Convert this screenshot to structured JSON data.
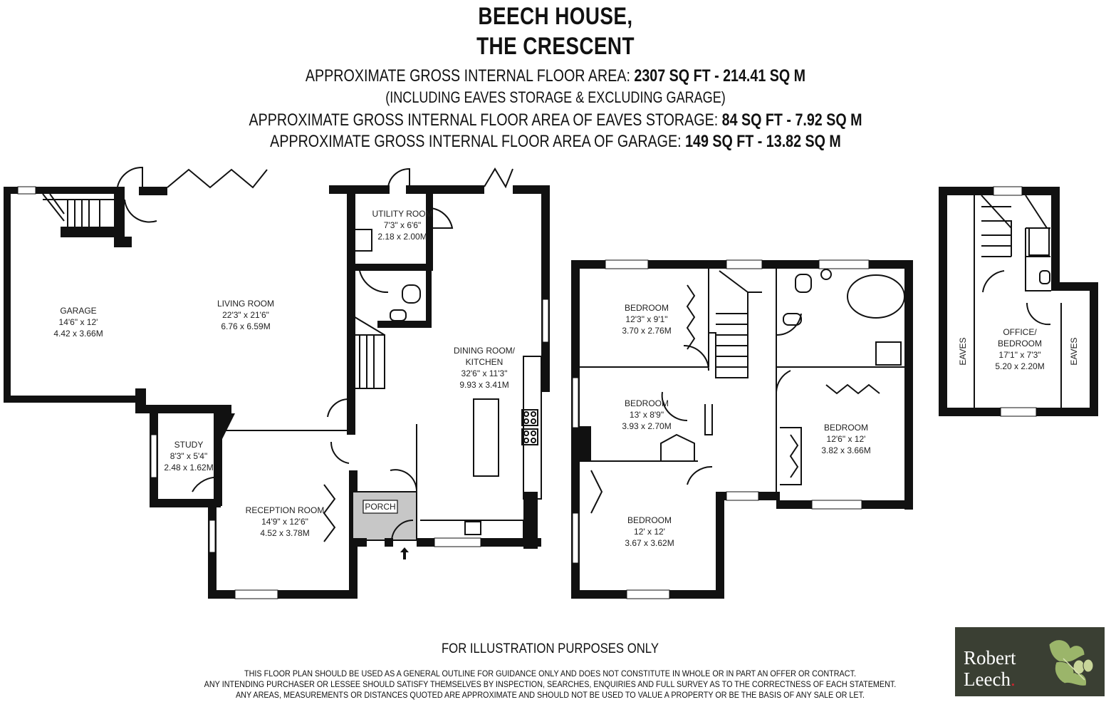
{
  "header": {
    "title_line1": "BEECH HOUSE,",
    "title_line2": "THE CRESCENT",
    "total_label": "APPROXIMATE GROSS INTERNAL FLOOR AREA:",
    "total_value": "2307  SQ FT  - 214.41  SQ M",
    "total_note": "(INCLUDING EAVES STORAGE & EXCLUDING GARAGE)",
    "eaves_label": "APPROXIMATE GROSS INTERNAL FLOOR AREA OF EAVES STORAGE:",
    "eaves_value": "84  SQ FT  - 7.92  SQ M",
    "garage_label": "APPROXIMATE GROSS INTERNAL FLOOR AREA OF GARAGE:",
    "garage_value": "149 SQ FT  -  13.82 SQ M"
  },
  "rooms": {
    "garage": {
      "name": "GARAGE",
      "imperial": "14'6\" x 12'",
      "metric": "4.42 x 3.66M"
    },
    "living": {
      "name": "LIVING ROOM",
      "imperial": "22'3\" x 21'6\"",
      "metric": "6.76 x 6.59M"
    },
    "utility": {
      "name": "UTILITY ROOM",
      "imperial": "7'3\" x 6'6\"",
      "metric": "2.18 x 2.00M"
    },
    "dining": {
      "name1": "DINING ROOM/",
      "name2": "KITCHEN",
      "imperial": "32'6\" x 11'3\"",
      "metric": "9.93 x 3.41M"
    },
    "study": {
      "name": "STUDY",
      "imperial": "8'3\" x 5'4\"",
      "metric": "2.48 x 1.62M"
    },
    "reception": {
      "name": "RECEPTION ROOM",
      "imperial": "14'9\" x 12'6\"",
      "metric": "4.52 x 3.78M"
    },
    "porch": {
      "name": "PORCH"
    },
    "bed1": {
      "name": "BEDROOM",
      "imperial": "12'3\" x 9'1\"",
      "metric": "3.70 x 2.76M"
    },
    "bed2": {
      "name": "BEDROOM",
      "imperial": "13' x 8'9\"",
      "metric": "3.93 x 2.70M"
    },
    "bed3": {
      "name": "BEDROOM",
      "imperial": "12'6\" x 12'",
      "metric": "3.82 x 3.66M"
    },
    "bed4": {
      "name": "BEDROOM",
      "imperial": "12' x 12'",
      "metric": "3.67 x 3.62M"
    },
    "office": {
      "name1": "OFFICE/",
      "name2": "BEDROOM",
      "imperial": "17'1\" x 7'3\"",
      "metric": "5.20 x 2.20M"
    },
    "eaves_left": {
      "name": "EAVES"
    },
    "eaves_right": {
      "name": "EAVES"
    }
  },
  "footer": {
    "illustration": "FOR ILLUSTRATION PURPOSES ONLY",
    "disclaimer1": "THIS FLOOR PLAN SHOULD BE USED AS A GENERAL OUTLINE FOR GUIDANCE ONLY AND DOES NOT CONSTITUTE IN WHOLE OR IN PART AN OFFER OR CONTRACT.",
    "disclaimer2": "ANY INTENDING PURCHASER OR LESSEE SHOULD SATISFY THEMSELVES BY INSPECTION, SEARCHES, ENQUIRIES AND FULL SURVEY AS TO THE CORRECTNESS OF EACH STATEMENT.",
    "disclaimer3": "ANY AREAS, MEASUREMENTS OR DISTANCES QUOTED ARE APPROXIMATE AND SHOULD NOT BE USED TO VALUE A PROPERTY OR BE THE BASIS OF ANY SALE OR LET."
  },
  "logo": {
    "line1": "Robert",
    "line2": "Leech",
    "dot": ".",
    "icon": "oak-leaf-icon"
  },
  "colors": {
    "wall": "#111111",
    "porch_fill": "#c7c7c7",
    "logo_bg": "#3a3f33",
    "logo_dot": "#c8262f"
  }
}
